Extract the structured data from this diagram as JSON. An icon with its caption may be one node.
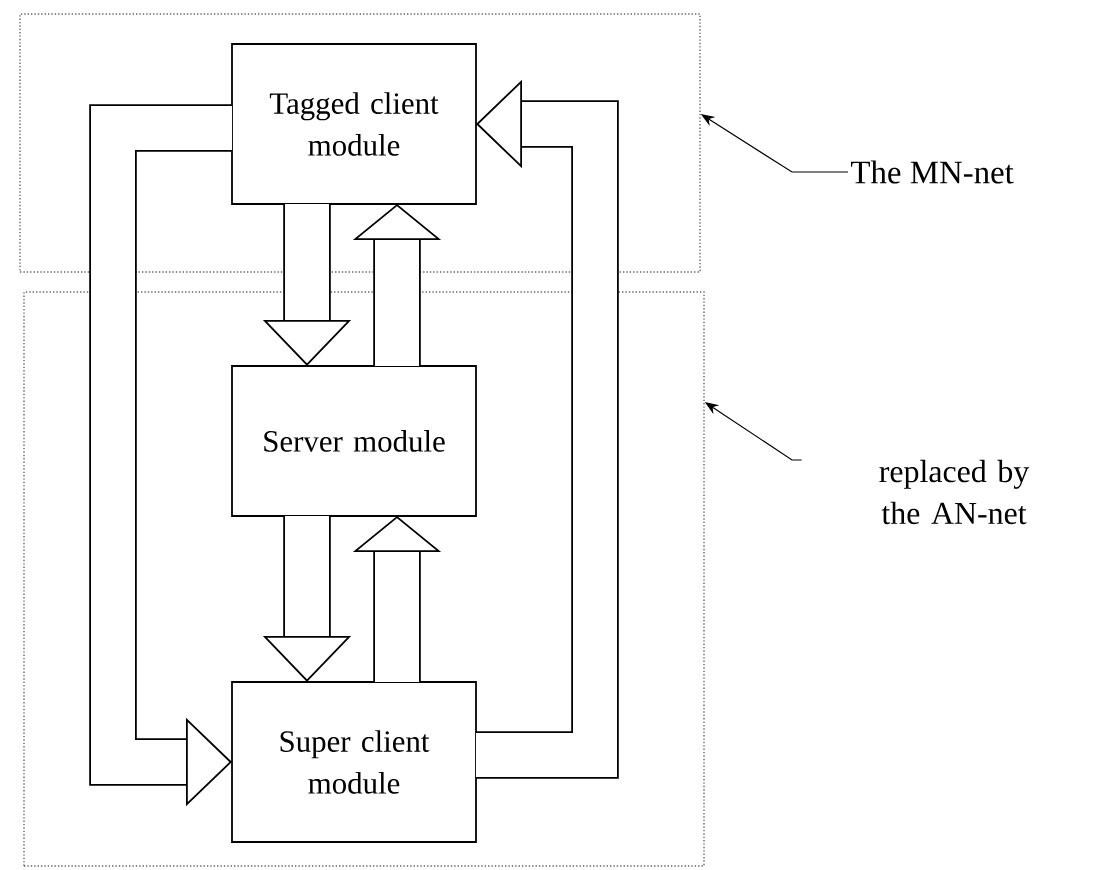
{
  "diagram": {
    "nodes": [
      {
        "text": [],
        "shape": "box"
      },
      {
        "text": [
          "Tagged client module"
        ],
        "in": 0
      },
      {
        "text": [],
        "shape": "box"
      },
      {
        "text": [
          "Server module"
        ],
        "in": 2
      },
      {
        "text": [
          "Super client module"
        ],
        "in": 2
      },
      {
        "text": [
          "The MN-net"
        ]
      },
      {
        "text": [
          "replaced by the AN-net"
        ]
      }
    ],
    "edges": [
      {
        "from": 1,
        "to": 3,
        "arrow": "to"
      },
      {
        "from": 3,
        "to": 1,
        "arrow": "to"
      },
      {
        "from": 3,
        "to": 4,
        "arrow": "to"
      },
      {
        "from": 4,
        "to": 3,
        "arrow": "to"
      },
      {
        "from": 1,
        "to": 4,
        "arrow": "to"
      },
      {
        "from": 4,
        "to": 1,
        "arrow": "to"
      },
      {
        "from": 5,
        "to": 0,
        "arrow": "to"
      },
      {
        "from": 6,
        "to": 2,
        "arrow": "to"
      }
    ]
  }
}
